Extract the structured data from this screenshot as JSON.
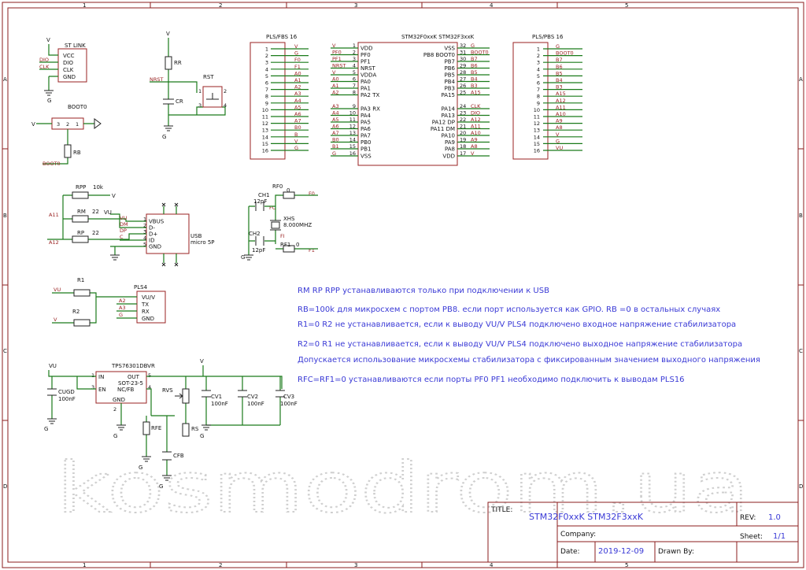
{
  "frame": {
    "col_labels": [
      "1",
      "2",
      "3",
      "4",
      "5"
    ],
    "row_labels": [
      "A",
      "B",
      "C",
      "D"
    ]
  },
  "connectors": {
    "pls_fbs": {
      "title": "PLS/FBS 16",
      "pins": [
        "1",
        "2",
        "3",
        "4",
        "5",
        "6",
        "7",
        "8",
        "9",
        "10",
        "11",
        "12",
        "13",
        "14",
        "15",
        "16"
      ],
      "nets": [
        "V",
        "G",
        "F0",
        "F1",
        "A0",
        "A1",
        "A2",
        "A3",
        "A4",
        "A5",
        "A6",
        "A7",
        "B0",
        "B",
        "V",
        "G"
      ]
    },
    "pls_pbs": {
      "title": "PLS/PBS 16",
      "pins": [
        "1",
        "2",
        "3",
        "4",
        "5",
        "6",
        "7",
        "8",
        "9",
        "10",
        "11",
        "12",
        "13",
        "14",
        "15",
        "16"
      ],
      "nets": [
        "G",
        "BOOT0",
        "B7",
        "B6",
        "B5",
        "B4",
        "B3",
        "A15",
        "A12",
        "A11",
        "A10",
        "A9",
        "A8",
        "V",
        "G",
        "VU"
      ]
    }
  },
  "mcu": {
    "title": "STM32F0xxK STM32F3xxK",
    "left_pins": [
      {
        "n": "1",
        "name": "VDD",
        "net": "V"
      },
      {
        "n": "2",
        "name": "PF0",
        "net": "PF0"
      },
      {
        "n": "3",
        "name": "PF1",
        "net": "PF1"
      },
      {
        "n": "4",
        "name": "NRST",
        "net": "NRST"
      },
      {
        "n": "5",
        "name": "VDDA",
        "net": "V"
      },
      {
        "n": "6",
        "name": "PA0",
        "net": "A0"
      },
      {
        "n": "7",
        "name": "PA1",
        "net": "A1"
      },
      {
        "n": "8",
        "name": "PA2 TX",
        "net": "A2"
      },
      {
        "n": "9",
        "name": "PA3 RX",
        "net": "A3"
      },
      {
        "n": "10",
        "name": "PA4",
        "net": "A4"
      },
      {
        "n": "11",
        "name": "PA5",
        "net": "A5"
      },
      {
        "n": "12",
        "name": "PA6",
        "net": "A6"
      },
      {
        "n": "13",
        "name": "PA7",
        "net": "A7"
      },
      {
        "n": "14",
        "name": "PB0",
        "net": "B0"
      },
      {
        "n": "15",
        "name": "PB1",
        "net": "B1"
      },
      {
        "n": "16",
        "name": "VSS",
        "net": "G"
      }
    ],
    "right_pins": [
      {
        "n": "32",
        "name": "VSS",
        "net": "G"
      },
      {
        "n": "31",
        "name": "PB8 BOOT0",
        "net": "BOOT0"
      },
      {
        "n": "30",
        "name": "PB7",
        "net": "B7"
      },
      {
        "n": "29",
        "name": "PB6",
        "net": "B6"
      },
      {
        "n": "28",
        "name": "PB5",
        "net": "B5"
      },
      {
        "n": "27",
        "name": "PB4",
        "net": "B4"
      },
      {
        "n": "26",
        "name": "PB3",
        "net": "B3"
      },
      {
        "n": "25",
        "name": "PA15",
        "net": "A15"
      },
      {
        "n": "24",
        "name": "PA14",
        "net": "CLK"
      },
      {
        "n": "23",
        "name": "PA13",
        "net": "DIO"
      },
      {
        "n": "22",
        "name": "PA12 DP",
        "net": "A12"
      },
      {
        "n": "21",
        "name": "PA11 DM",
        "net": "A11"
      },
      {
        "n": "20",
        "name": "PA10",
        "net": "A10"
      },
      {
        "n": "19",
        "name": "PA9",
        "net": "A9"
      },
      {
        "n": "18",
        "name": "PA8",
        "net": "A8"
      },
      {
        "n": "17",
        "name": "VDD",
        "net": "V"
      }
    ]
  },
  "stlink": {
    "title": "ST LINK",
    "pins": [
      "VCC",
      "DIO",
      "CLK",
      "GND"
    ],
    "nets": [
      "V",
      "DIO",
      "CLK",
      "G"
    ]
  },
  "boot0": {
    "title": "BOOT0",
    "res": "RB",
    "left": "V",
    "net": "BOOT0",
    "pins": [
      "3",
      "2",
      "1"
    ]
  },
  "reset": {
    "res": "RR",
    "cap": "CR",
    "btn": "RST",
    "net": "NRST",
    "v": "V",
    "g": "G",
    "pins": [
      "1",
      "2",
      "3",
      "4"
    ]
  },
  "usb": {
    "title": "USB",
    "subtitle": "micro 5P",
    "rpp": "RPP",
    "rpp_val": "10k",
    "rm": "RM",
    "rm_val": "22",
    "rp": "RP",
    "rp_val": "22",
    "pins": [
      "VBUS",
      "D-",
      "D+",
      "ID",
      "GND"
    ],
    "pin_nums": [
      "1",
      "2",
      "3",
      "4",
      "5"
    ],
    "nets": [
      "VU",
      "DM",
      "DP",
      "C",
      "G"
    ],
    "a11": "A11",
    "a12": "A12",
    "vu": "VU",
    "v": "V"
  },
  "crystal": {
    "ch1": "CH1",
    "ch1_val": "12pF",
    "ch2": "CH2",
    "ch2_val": "12pF",
    "xtal": "XHS",
    "freq": "8.000MHZ",
    "rf0": "RF0",
    "rf0_val": "0",
    "rf1": "RF1",
    "rf1_val": "0",
    "f0": "F0",
    "f1": "F1",
    "fo": "FO",
    "fi": "FI",
    "g": "G"
  },
  "pls4": {
    "title": "PLS4",
    "pins": [
      "VU/V",
      "TX",
      "RX",
      "GND"
    ],
    "nets": [
      "A2",
      "A3",
      "G"
    ],
    "r1": "R1",
    "r2": "R2",
    "vu": "VU",
    "v": "V"
  },
  "regulator": {
    "title": "TPS76301DBVR",
    "package": "SOT-23-5",
    "pins": [
      "IN",
      "EN",
      "OUT",
      "NC/FB",
      "GND"
    ],
    "pin_nums": [
      "1",
      "3",
      "5",
      "4",
      "2"
    ],
    "cugd": "CUGD",
    "cugd_val": "100nF",
    "rvs": "RVS",
    "rs": "RS",
    "rfe": "RFE",
    "cfb": "CFB",
    "cv1": "CV1",
    "cv1_val": "100nF",
    "cv2": "CV2",
    "cv2_val": "100nF",
    "cv3": "CV3",
    "cv3_val": "100nF",
    "vu": "VU",
    "v": "V",
    "g": "G"
  },
  "notes": [
    "RM RP RPP устанавливаются только при подключении к USB",
    "RB=100k для микросхем с портом PB8. если порт используется как GPIO. RB =0 в остальных случаях",
    "R1=0 R2 не устанавливается, если к выводу VU/V PLS4 подключено входное напряжение стабилизатора",
    "R2=0 R1 не устанавливается, если к выводу VU/V PLS4 подключено выходное напряжение стабилизатора",
    "Допускается использование микросхемы стабилизатора с фиксированным значением выходного напряжения",
    "RFC=RF1=0 устанавливаются если порты PF0 PF1 необходимо подключить к выводам PLS16"
  ],
  "watermark": "kosmodrom.ua",
  "title_block": {
    "title_label": "TITLE:",
    "title": "STM32F0xxK STM32F3xxK",
    "company_label": "Company:",
    "company": "",
    "rev_label": "REV:",
    "rev": "1.0",
    "date_label": "Date:",
    "date": "2019-12-09",
    "drawn_label": "Drawn By:",
    "drawn": "",
    "sheet_label": "Sheet:",
    "sheet": "1/1"
  },
  "colors": {
    "wire": "#1a7a1a",
    "frame": "#8b1e1e",
    "note": "#3a3ad6",
    "pin": "#9a2222"
  }
}
